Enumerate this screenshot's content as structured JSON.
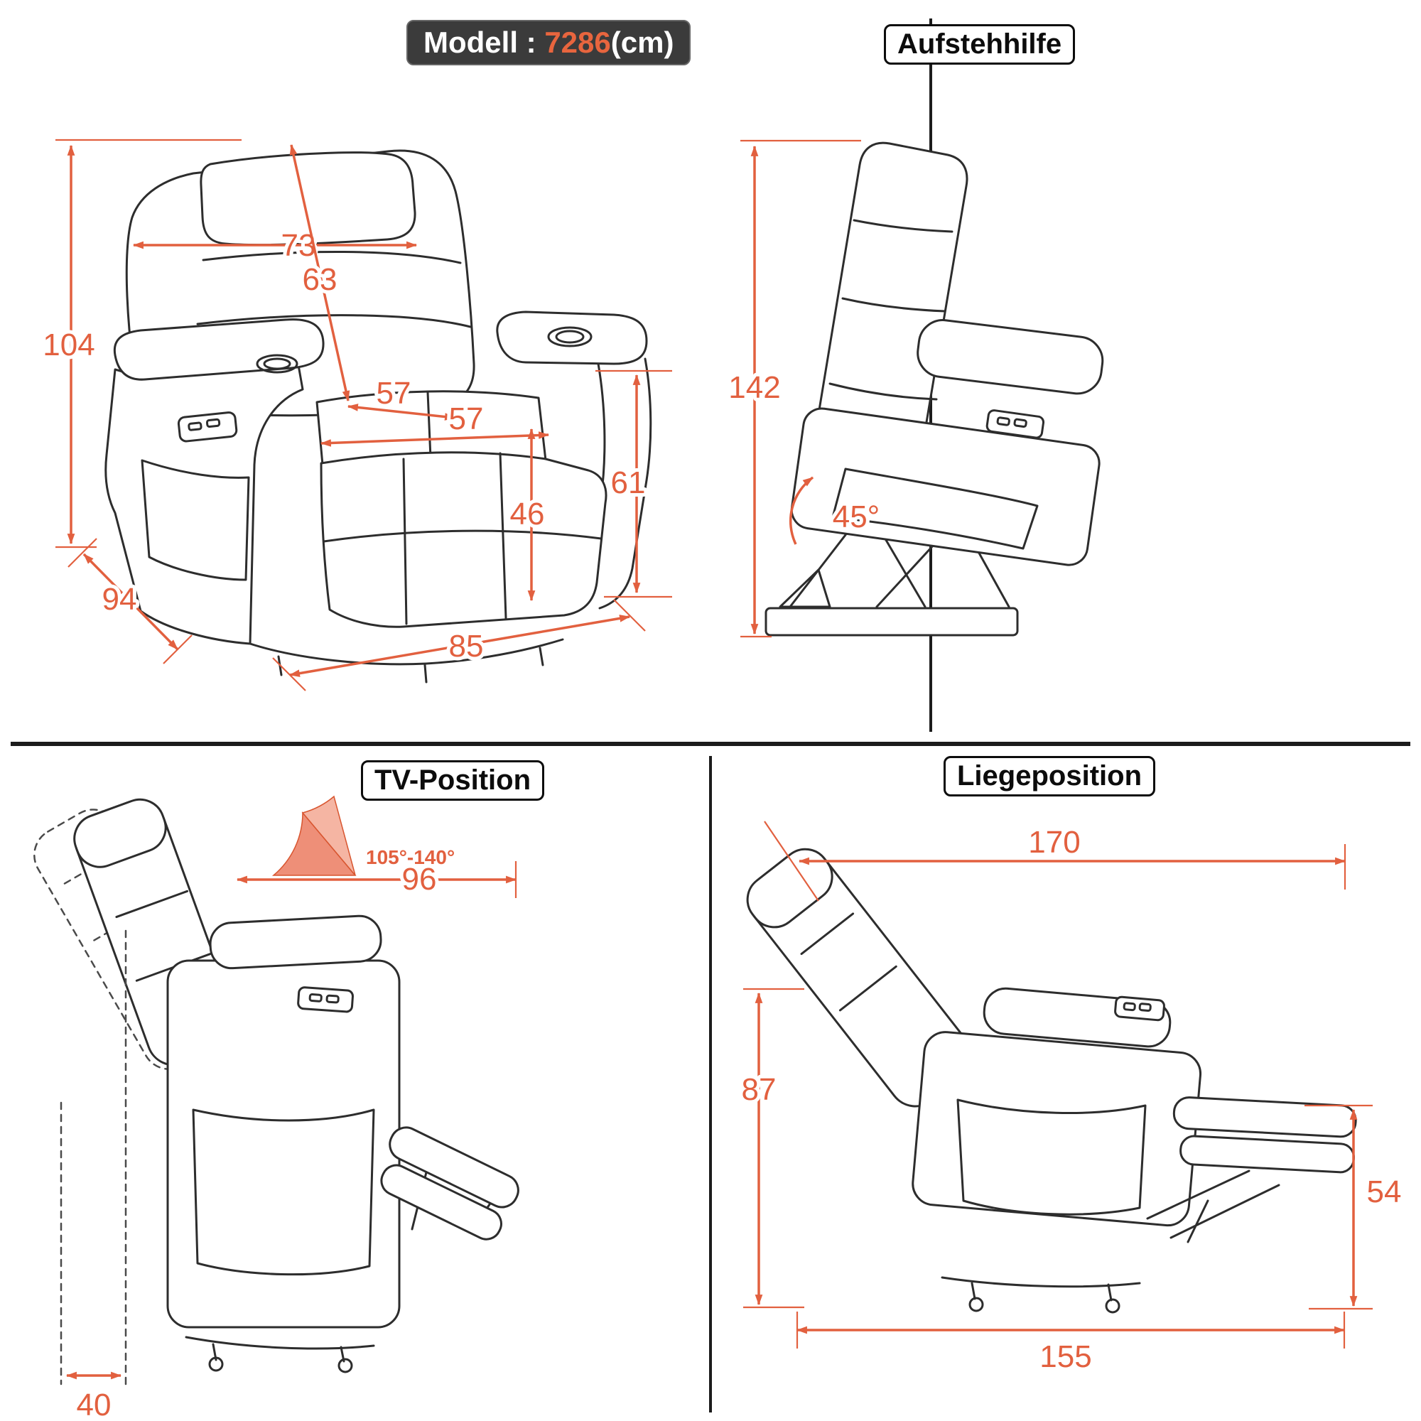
{
  "colors": {
    "dimension": "#E2603F",
    "line_art": "#2d2d2d",
    "model_highlight": "#E8653E",
    "angle_wedge": "#EE8F78",
    "angle_wedge_light": "#F5B5A3"
  },
  "panels": {
    "main": {
      "title": {
        "prefix": "Modell : ",
        "model": "7286",
        "suffix": "(cm)"
      },
      "dimensions": {
        "total_height": "104",
        "back_width": "73",
        "back_length": "63",
        "seat_depth": "57",
        "seat_width": "57",
        "seat_height": "46",
        "armrest_height": "61",
        "total_depth": "94",
        "total_width": "85"
      }
    },
    "lift": {
      "title": "Aufstehhilfe",
      "dimensions": {
        "lift_height": "142",
        "lift_angle": "45°"
      }
    },
    "tv": {
      "title": "TV-Position",
      "dimensions": {
        "recline_range": "105°-140°",
        "extended_length": "96",
        "wall_clearance": "40"
      }
    },
    "recline": {
      "title": "Liegeposition",
      "dimensions": {
        "total_length": "170",
        "back_height": "87",
        "footrest_height": "54",
        "floor_length": "155"
      }
    }
  }
}
